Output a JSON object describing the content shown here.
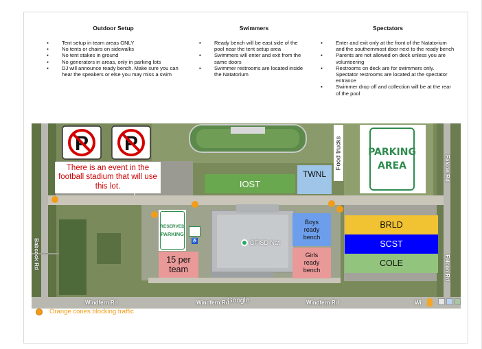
{
  "sections": [
    {
      "title": "Outdoor Setup",
      "items": [
        "Tent setup in team areas ONLY",
        "No tents or chairs on sidewalks",
        "No tent stakes in ground",
        "No generators in areas, only in parking lots",
        "DJ will announce ready bench. Make sure you can hear the speakers or else you may miss a swim"
      ]
    },
    {
      "title": "Swimmers",
      "items": [
        "Ready bench will be east side of the pool near the tent setup area",
        "Swimmers will enter and exit from the same doors",
        "Swimmer restrooms are located inside the Natatorium"
      ]
    },
    {
      "title": "Spectators",
      "items": [
        "Enter and exit only at the front of the Natatorium and the southernmost door next to the ready bench",
        "Parents are not allowed on deck unless you are volunteering",
        "Restrooms on deck are for swimmers only. Spectator restrooms are located at the spectator entrance",
        "Swimmer drop off and collection will be at the rear of the pool"
      ]
    }
  ],
  "bullet": "▪",
  "map": {
    "event_notice": "There is an event in the football stadium that will use this lot.",
    "zones": {
      "iost": "IOST",
      "twnl": "TWNL",
      "boys": "Boys ready bench",
      "girls": "Girls ready bench",
      "per_team": "15 per team",
      "brld": "BRLD",
      "scst": "SCST",
      "cole": "COLE"
    },
    "food_trucks": "Food trucks",
    "parking_sign": [
      "PARKING",
      "AREA"
    ],
    "reserved_sign": [
      "RESERVED",
      "PARKING"
    ],
    "building_label": "CFISD Nat",
    "roads": {
      "falcon_top": "Falcon Rd",
      "falcon_bottom": "Falcon Rd",
      "babcock": "Babcock Rd",
      "windfern_1": "Windfern Rd",
      "windfern_2": "Windfern Rd",
      "windfern_3": "Windfern Rd",
      "windfern_4": "Wi"
    },
    "google_logo": "Google",
    "colors": {
      "iost": "#6aa84f",
      "twnl": "#9fc5e8",
      "boys": "#6d9eeb",
      "girls": "#ea9999",
      "per_team": "#ea9999",
      "brld": "#f1c232",
      "scst": "#0000ff",
      "cole": "#93c47d",
      "cone": "#f39c1a",
      "notice_red": "#cc0000"
    }
  },
  "legend": {
    "label": "Orange cones blocking traffic"
  }
}
